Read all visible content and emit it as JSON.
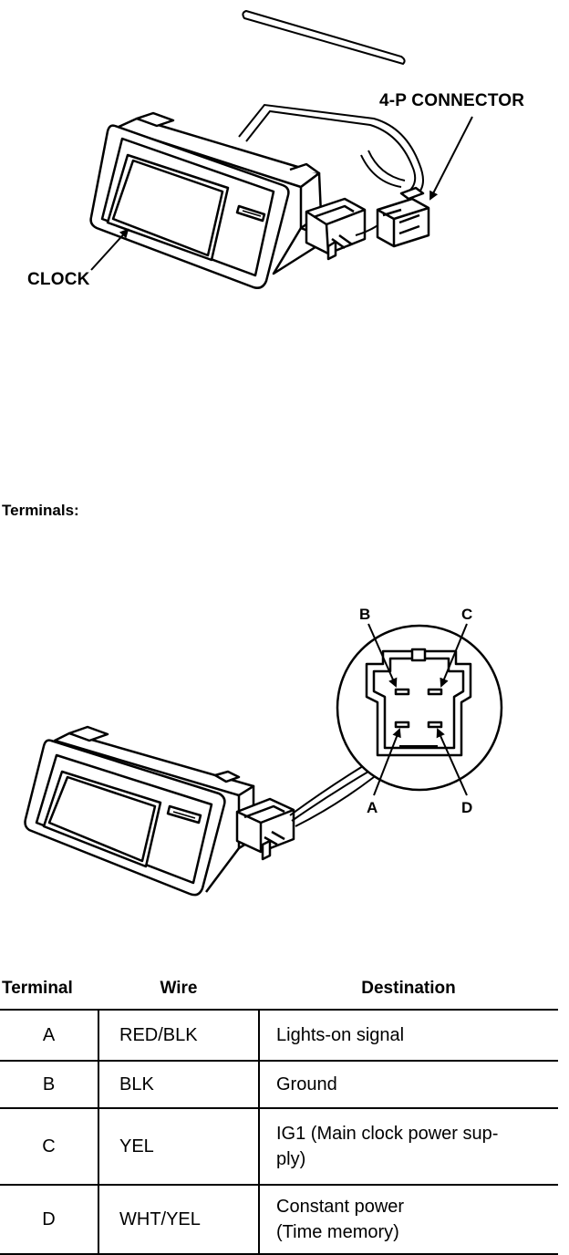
{
  "labels": {
    "connector": "4-P CONNECTOR",
    "clock": "CLOCK",
    "section": "Terminals:",
    "pins": {
      "A": "A",
      "B": "B",
      "C": "C",
      "D": "D"
    }
  },
  "table": {
    "headers": {
      "terminal": "Terminal",
      "wire": "Wire",
      "destination": "Destination"
    },
    "rows": [
      {
        "terminal": "A",
        "wire": "RED/BLK",
        "dest1": "Lights-on signal",
        "dest2": ""
      },
      {
        "terminal": "B",
        "wire": "BLK",
        "dest1": "Ground",
        "dest2": ""
      },
      {
        "terminal": "C",
        "wire": "YEL",
        "dest1": "IG1 (Main clock power sup-",
        "dest2": "ply)"
      },
      {
        "terminal": "D",
        "wire": "WHT/YEL",
        "dest1": "Constant power",
        "dest2": "(Time memory)"
      }
    ]
  }
}
